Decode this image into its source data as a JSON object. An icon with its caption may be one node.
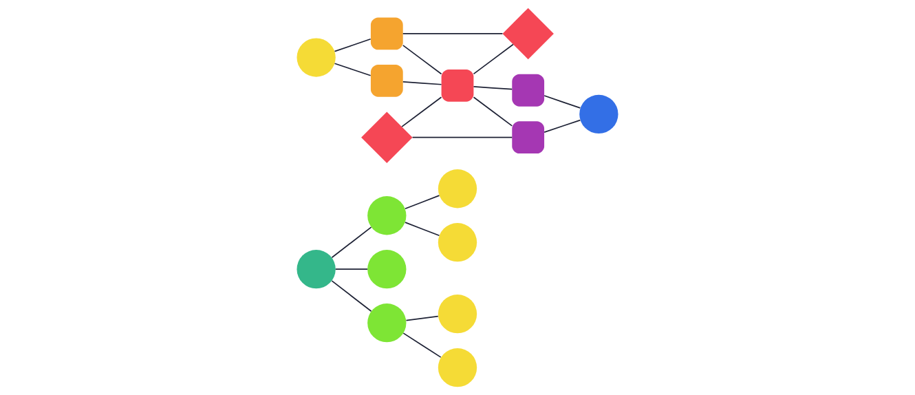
{
  "diagram": {
    "nodes": [
      {
        "text": [],
        "shape": "circle"
      },
      {
        "text": [],
        "shape": "circle"
      },
      {
        "text": [],
        "shape": "circle"
      },
      {
        "text": [],
        "shape": "circle"
      },
      {
        "text": [],
        "shape": "circle"
      },
      {
        "text": [],
        "shape": "circle"
      },
      {
        "text": [],
        "shape": "circle"
      },
      {
        "text": [],
        "shape": "circle"
      },
      {
        "text": [],
        "shape": "circle"
      },
      {
        "text": [],
        "shape": "box"
      },
      {
        "text": [],
        "shape": "box"
      },
      {
        "text": [],
        "shape": "diamond"
      },
      {
        "text": [],
        "shape": "box"
      },
      {
        "text": [],
        "shape": "diamond"
      },
      {
        "text": [],
        "shape": "box"
      },
      {
        "text": [],
        "shape": "box"
      },
      {
        "text": [],
        "shape": "circle"
      }
    ],
    "edges": [
      {
        "from": 0,
        "to": 1,
        "arrow": "none"
      },
      {
        "from": 0,
        "to": 2,
        "arrow": "none"
      },
      {
        "from": 0,
        "to": 3,
        "arrow": "none"
      },
      {
        "from": 1,
        "to": 4,
        "arrow": "none"
      },
      {
        "from": 1,
        "to": 5,
        "arrow": "none"
      },
      {
        "from": 3,
        "to": 6,
        "arrow": "none"
      },
      {
        "from": 3,
        "to": 7,
        "arrow": "none"
      },
      {
        "from": 8,
        "to": 9,
        "arrow": "none"
      },
      {
        "from": 8,
        "to": 10,
        "arrow": "none"
      },
      {
        "from": 9,
        "to": 12,
        "arrow": "none"
      },
      {
        "from": 10,
        "to": 12,
        "arrow": "none"
      },
      {
        "from": 11,
        "to": 12,
        "arrow": "none"
      },
      {
        "from": 12,
        "to": 13,
        "arrow": "none"
      },
      {
        "from": 10,
        "to": 13,
        "arrow": "none"
      },
      {
        "from": 11,
        "to": 14,
        "arrow": "none"
      },
      {
        "from": 12,
        "to": 14,
        "arrow": "none"
      },
      {
        "from": 12,
        "to": 15,
        "arrow": "none"
      },
      {
        "from": 14,
        "to": 16,
        "arrow": "none"
      },
      {
        "from": 15,
        "to": 16,
        "arrow": "none"
      }
    ]
  }
}
